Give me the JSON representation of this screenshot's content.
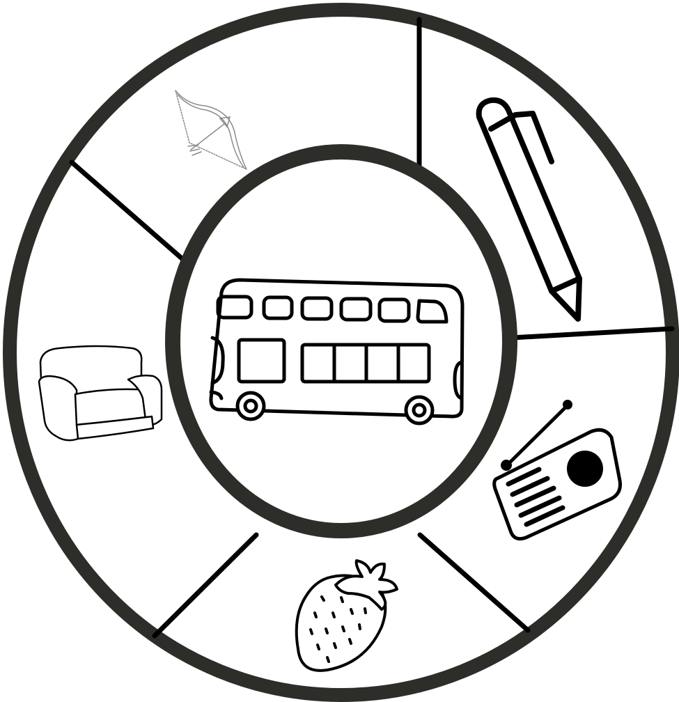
{
  "colors": {
    "ring": "#2d2d29",
    "ink": "#000000",
    "paper": "#ffffff",
    "bow_sketch": "#8a8a8a"
  },
  "center": {
    "picture": "double-decker-bus-icon"
  },
  "segments": [
    {
      "position": "top",
      "picture": "bow-and-arrow-icon"
    },
    {
      "position": "upper-right",
      "picture": "pen-icon"
    },
    {
      "position": "lower-right",
      "picture": "radio-icon"
    },
    {
      "position": "bottom",
      "picture": "strawberry-icon"
    },
    {
      "position": "left",
      "picture": "armchair-icon"
    }
  ]
}
